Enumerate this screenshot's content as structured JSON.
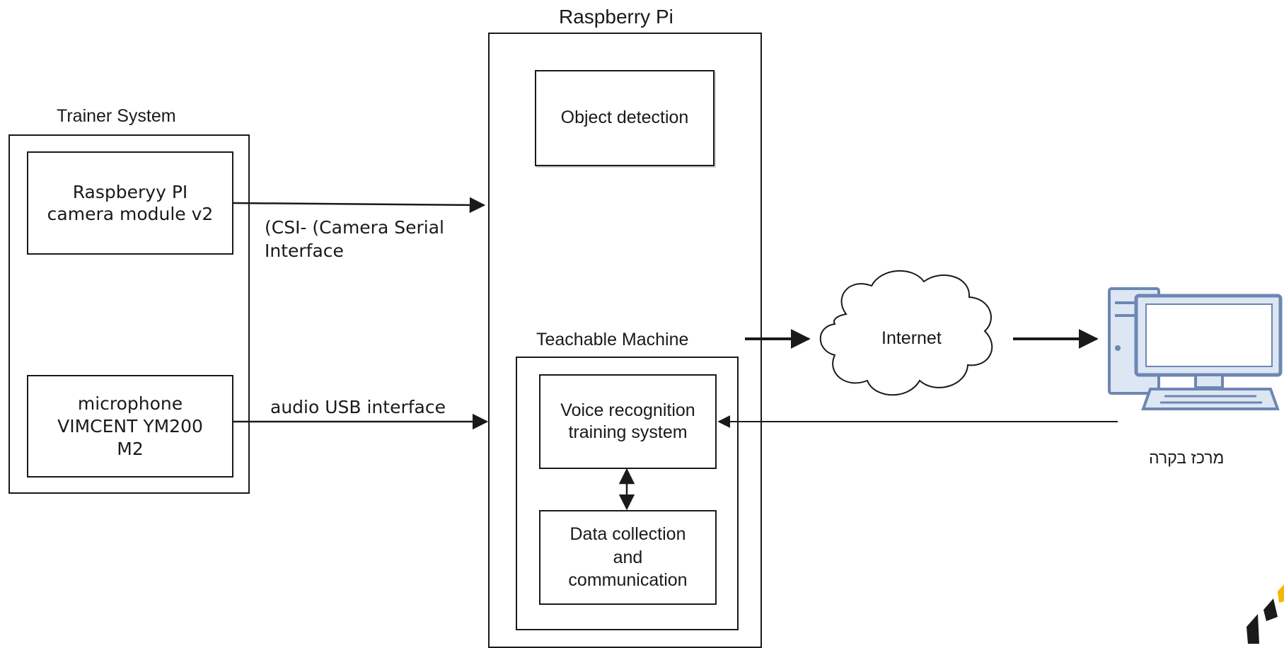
{
  "groups": {
    "trainer_system": {
      "title": "Trainer System"
    },
    "raspberry_pi": {
      "title": "Raspberry Pi"
    },
    "teachable_machine": {
      "title": "Teachable Machine"
    }
  },
  "nodes": {
    "camera": {
      "label": "Raspberyy PI\ncamera module v2"
    },
    "microphone": {
      "label": "microphone\nVIMCENT YM200\nM2"
    },
    "object_detection": {
      "label": "Object detection"
    },
    "voice_recognition": {
      "label": "Voice recognition\ntraining system"
    },
    "data_collection": {
      "label": "Data collection\nand\ncommunication"
    },
    "internet": {
      "label": "Internet"
    },
    "control_center": {
      "label": "מרכז בקרה",
      "icon": "computer-icon"
    }
  },
  "edges": {
    "csi": {
      "label": "(CSI- (Camera Serial\nInterface"
    },
    "audio_usb": {
      "label": "audio USB interface"
    }
  },
  "colors": {
    "line": "#1a1a1a",
    "computer_fill": "#dde6f3",
    "computer_stroke": "#6d87b3",
    "logo_accent": "#f2b705"
  }
}
